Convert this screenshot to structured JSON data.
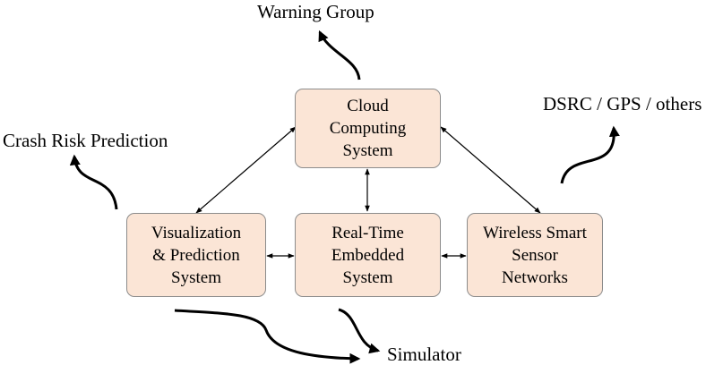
{
  "nodes": {
    "cloud": {
      "lines": [
        "Cloud",
        "Computing",
        "System"
      ]
    },
    "visualization": {
      "lines": [
        "Visualization",
        "& Prediction",
        "System"
      ]
    },
    "embedded": {
      "lines": [
        "Real-Time",
        "Embedded",
        "System"
      ]
    },
    "wireless": {
      "lines": [
        "Wireless Smart",
        "Sensor",
        "Networks"
      ]
    }
  },
  "outputs": {
    "warning_group": "Warning Group",
    "dsrc_gps": "DSRC / GPS / others",
    "crash_risk": "Crash Risk Prediction",
    "simulator": "Simulator"
  }
}
